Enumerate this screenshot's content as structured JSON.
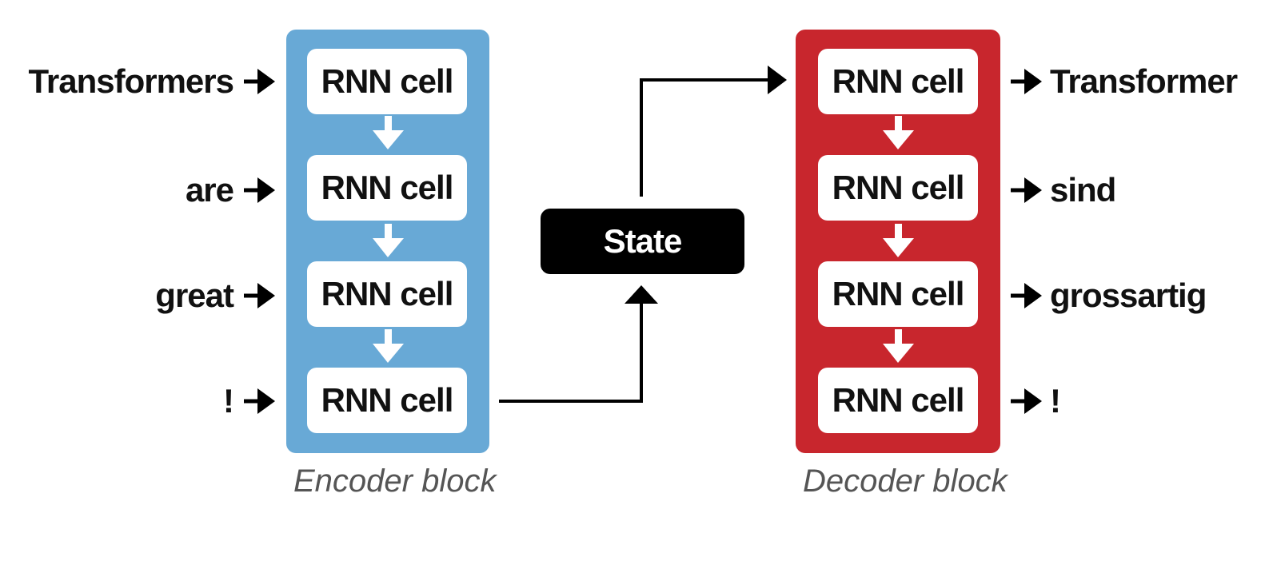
{
  "encoder": {
    "caption": "Encoder block",
    "color": "#68a9d6",
    "cells": [
      "RNN cell",
      "RNN cell",
      "RNN cell",
      "RNN cell"
    ],
    "inputs": [
      "Transformers",
      "are",
      "great",
      "!"
    ]
  },
  "decoder": {
    "caption": "Decoder block",
    "color": "#c8262d",
    "cells": [
      "RNN cell",
      "RNN cell",
      "RNN cell",
      "RNN cell"
    ],
    "outputs": [
      "Transformer",
      "sind",
      "grossartig",
      "!"
    ]
  },
  "state": {
    "label": "State"
  }
}
